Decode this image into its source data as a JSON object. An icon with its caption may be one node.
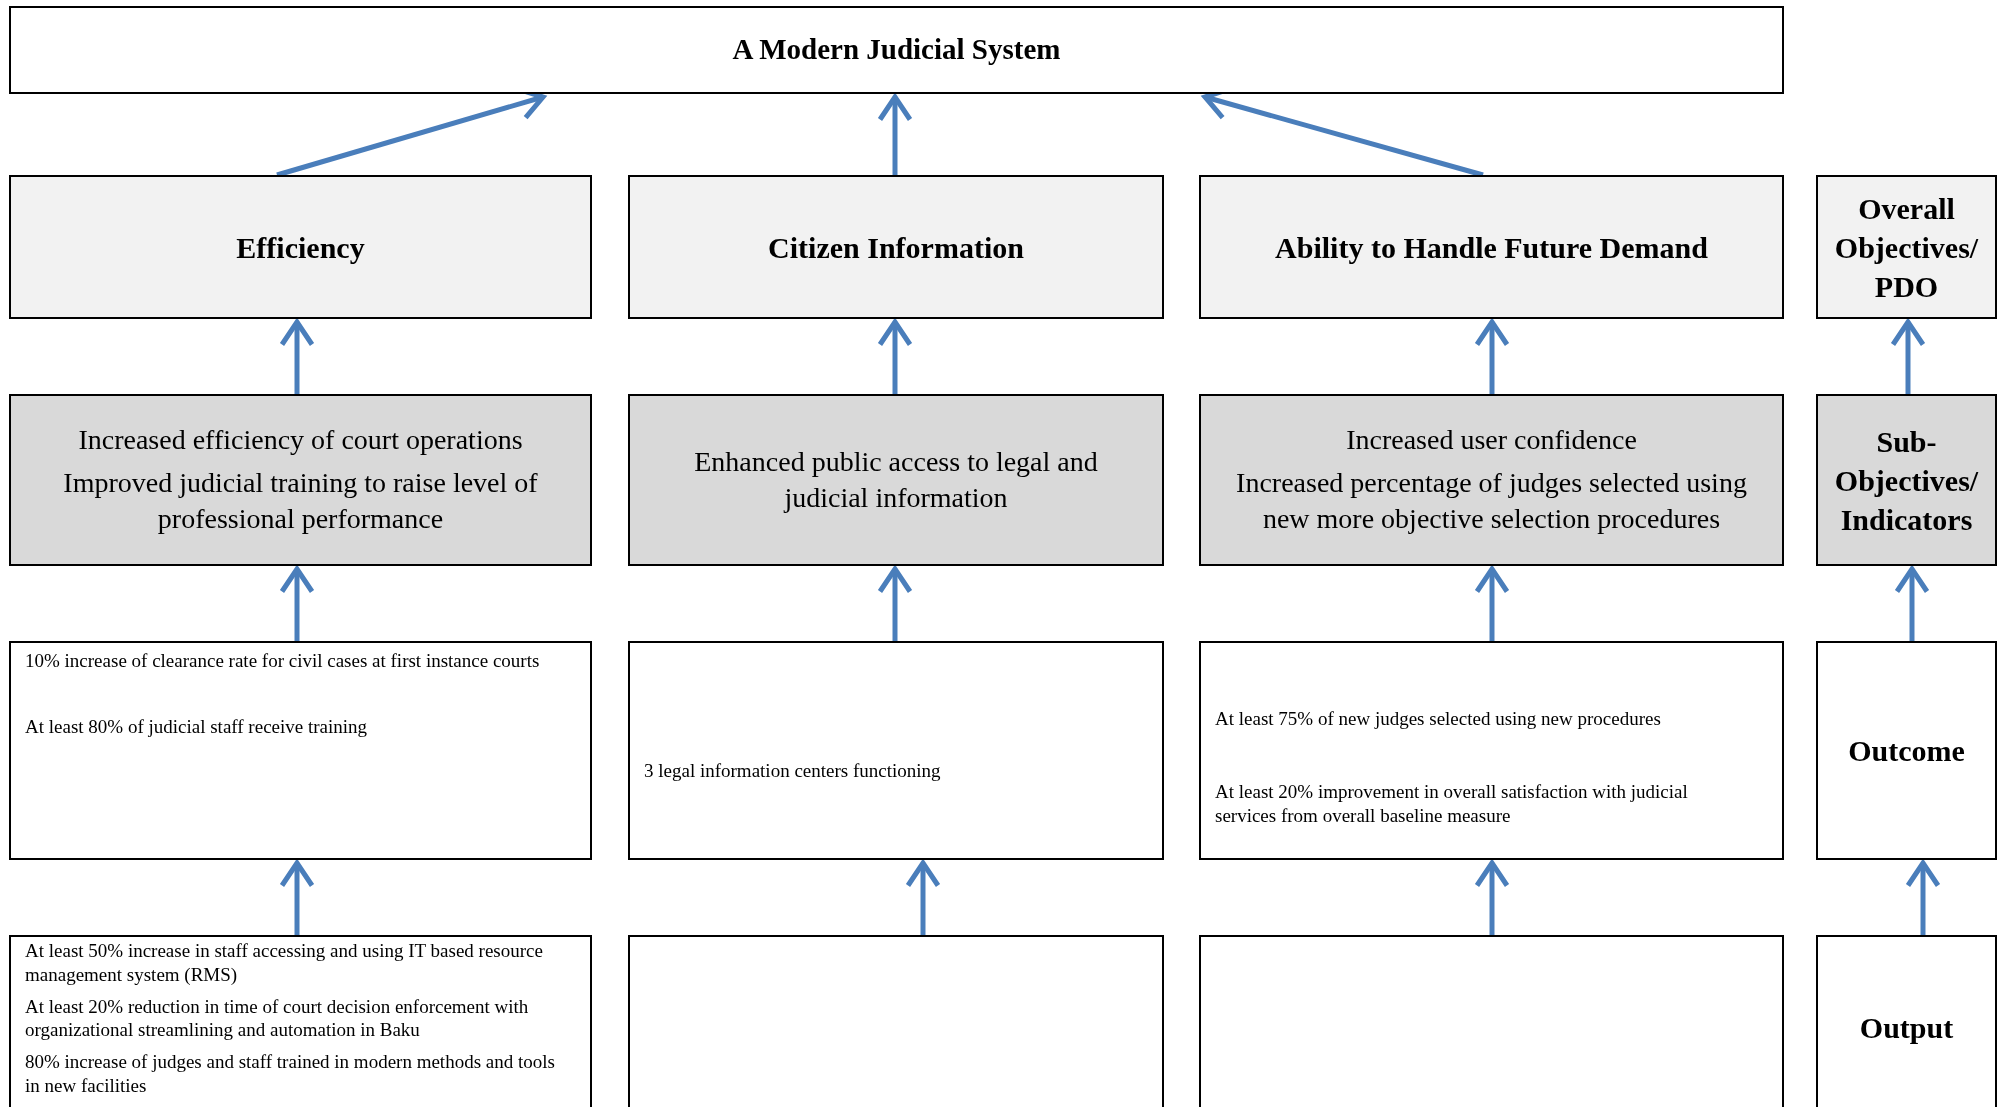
{
  "diagram": {
    "nodes": [
      {
        "text": [
          "A Modern Judicial System"
        ]
      },
      {
        "text": [
          "Efficiency"
        ]
      },
      {
        "text": [
          "Citizen Information"
        ]
      },
      {
        "text": [
          "Ability to Handle Future Demand"
        ]
      },
      {
        "text": [
          "Overall Objectives/ PDO"
        ]
      },
      {
        "text": [
          "Increased efficiency of court operations",
          "Improved judicial training to raise level of professional performance"
        ]
      },
      {
        "text": [
          "Enhanced public access to legal and judicial information"
        ]
      },
      {
        "text": [
          "Increased user confidence",
          "Increased percentage of judges selected using new more objective selection procedures"
        ]
      },
      {
        "text": [
          "Sub- Objectives/ Indicators"
        ]
      },
      {
        "text": [
          "10% increase of clearance rate for civil cases at first instance courts",
          "At least 80% of judicial staff receive training"
        ]
      },
      {
        "text": [
          "3 legal information centers functioning"
        ]
      },
      {
        "text": [
          "At least 75% of new judges selected using new procedures",
          "At least 20% improvement in overall satisfaction with judicial services from overall baseline measure"
        ]
      },
      {
        "text": [
          "Outcome"
        ]
      },
      {
        "text": [
          "At least 50% increase in staff accessing and using IT based resource management system (RMS)",
          "At least 20% reduction in time of court decision enforcement with organizational streamlining and automation in Baku",
          "80% increase of judges and staff trained in modern methods and tools in new facilities"
        ]
      },
      {
        "text": [],
        "shape": "box"
      },
      {
        "text": [],
        "shape": "box"
      },
      {
        "text": [
          "Output"
        ]
      }
    ],
    "edges": [
      {
        "from": 1,
        "to": 0,
        "arrow": "to"
      },
      {
        "from": 2,
        "to": 0,
        "arrow": "to"
      },
      {
        "from": 3,
        "to": 0,
        "arrow": "to"
      },
      {
        "from": 5,
        "to": 1,
        "arrow": "to"
      },
      {
        "from": 6,
        "to": 2,
        "arrow": "to"
      },
      {
        "from": 7,
        "to": 3,
        "arrow": "to"
      },
      {
        "from": 8,
        "to": 4,
        "arrow": "to"
      },
      {
        "from": 9,
        "to": 5,
        "arrow": "to"
      },
      {
        "from": 10,
        "to": 6,
        "arrow": "to"
      },
      {
        "from": 11,
        "to": 7,
        "arrow": "to"
      },
      {
        "from": 12,
        "to": 8,
        "arrow": "to"
      },
      {
        "from": 13,
        "to": 9,
        "arrow": "to"
      },
      {
        "from": 14,
        "to": 10,
        "arrow": "to"
      },
      {
        "from": 15,
        "to": 11,
        "arrow": "to"
      },
      {
        "from": 16,
        "to": 12,
        "arrow": "to"
      }
    ]
  }
}
